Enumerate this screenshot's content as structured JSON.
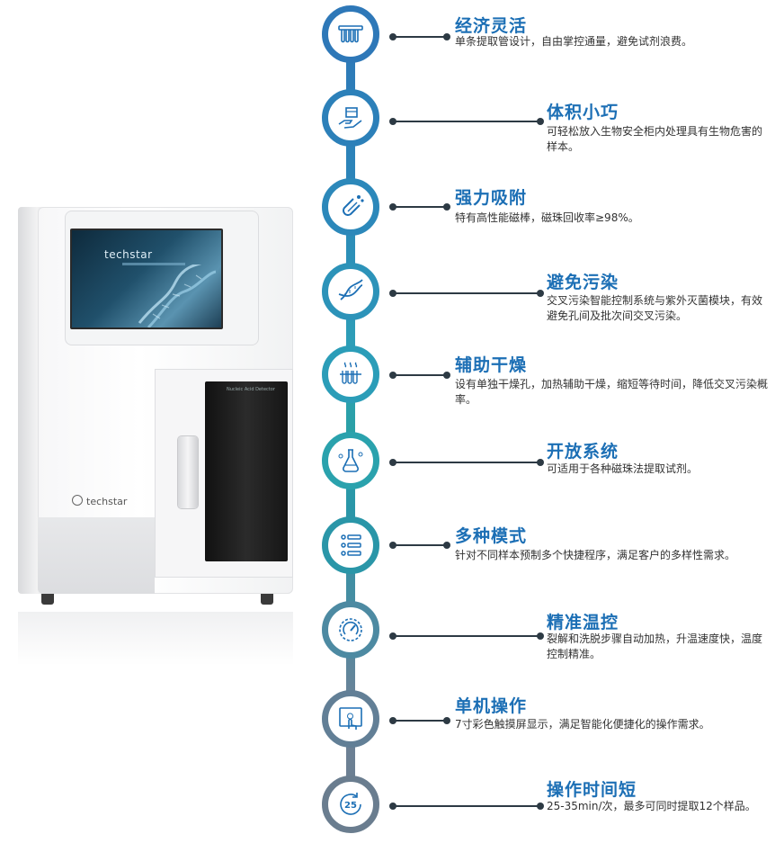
{
  "device": {
    "screen_brand": "techstar",
    "body_brand": "techstar",
    "door_label": "Nucleic Acid Detector"
  },
  "features": [
    {
      "title": "经济灵活",
      "desc": "单条提取管设计，自由掌控通量，避免试剂浪费。",
      "icon": "tube-rack-icon",
      "ring_color": "#2e78b8"
    },
    {
      "title": "体积小巧",
      "desc": "可轻松放入生物安全柜内处理具有生物危害的样本。",
      "icon": "hand-box-icon",
      "ring_color": "#2c80b9"
    },
    {
      "title": "强力吸附",
      "desc": "特有高性能磁棒，磁珠回收率≥98%。",
      "icon": "magnet-icon",
      "ring_color": "#2c88ba"
    },
    {
      "title": "避免污染",
      "desc": "交叉污染智能控制系统与紫外灭菌模块，有效避免孔间及批次间交叉污染。",
      "icon": "dna-icon",
      "ring_color": "#2c93b9"
    },
    {
      "title": "辅助干燥",
      "desc": "设有单独干燥孔，加热辅助干燥，缩短等待时间，降低交叉污染概率。",
      "icon": "heating-tubes-icon",
      "ring_color": "#2b9db8"
    },
    {
      "title": "开放系统",
      "desc": "可适用于各种磁珠法提取试剂。",
      "icon": "flask-icon",
      "ring_color": "#2aa2ad"
    },
    {
      "title": "多种模式",
      "desc": "针对不同样本预制多个快捷程序，满足客户的多样性需求。",
      "icon": "mode-list-icon",
      "ring_color": "#2a96a8"
    },
    {
      "title": "精准温控",
      "desc": "裂解和洗脱步骤自动加热，升温速度快，温度控制精准。",
      "icon": "gauge-icon",
      "ring_color": "#4d8aa2"
    },
    {
      "title": "单机操作",
      "desc": "7寸彩色触摸屏显示，满足智能化便捷化的操作需求。",
      "icon": "touchscreen-icon",
      "ring_color": "#627f96"
    },
    {
      "title": "操作时间短",
      "desc": "25-35min/次，最多可同时提取12个样品。",
      "icon": "timer-25-icon",
      "ring_color": "#6a7d8f",
      "icon_text": "25"
    }
  ]
}
